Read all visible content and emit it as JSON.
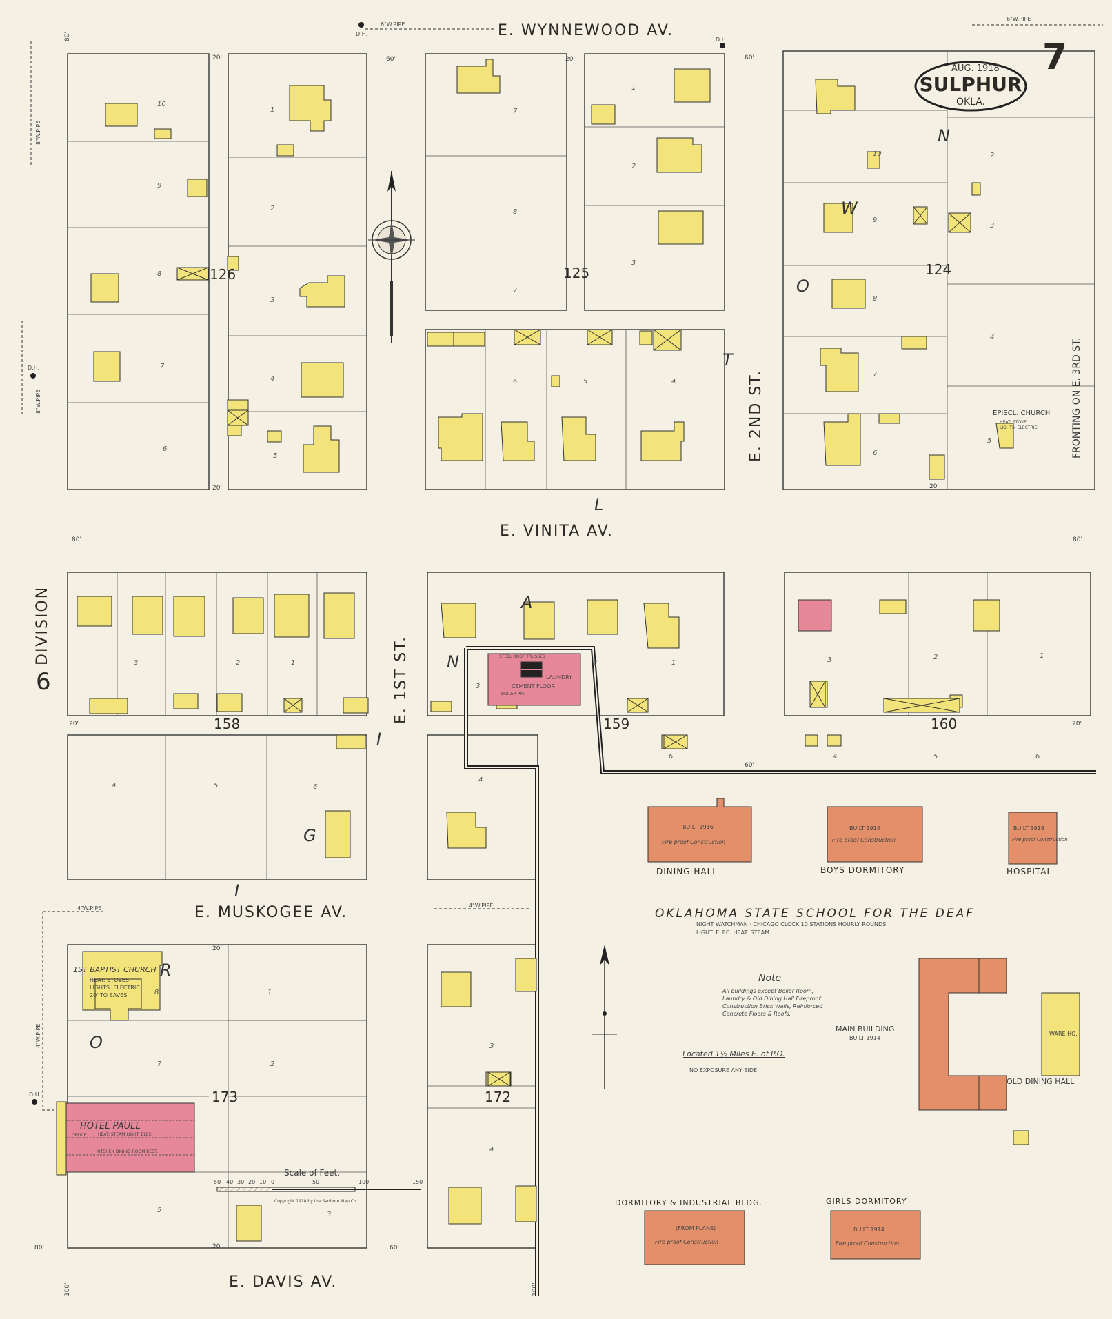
{
  "sheet": {
    "number": "7",
    "date": "AUG. 1918",
    "town": "SULPHUR",
    "state": "OKLA.",
    "adjoining_sheet": "6",
    "copyright": "Copyright 1918 by the Sanborn Map Co."
  },
  "streets": {
    "wynnewood": "E. WYNNEWOOD AV.",
    "vinita": "E. VINITA AV.",
    "muskogee": "E. MUSKOGEE AV.",
    "davis": "E. DAVIS AV.",
    "first": "E. 1ST ST.",
    "second": "E. 2ND ST.",
    "division": "DIVISION",
    "fronting_note": "FRONTING ON E. 3RD ST."
  },
  "town_name_letters": [
    "O",
    "R",
    "I",
    "G",
    "I",
    "N",
    "A",
    "L",
    "T",
    "O",
    "W",
    "N"
  ],
  "blocks": [
    "126",
    "125",
    "124",
    "158",
    "159",
    "160",
    "173",
    "172"
  ],
  "institution": {
    "title": "OKLAHOMA STATE SCHOOL FOR THE DEAF",
    "line1": "NIGHT WATCHMAN · CHICAGO CLOCK 10 STATIONS HOURLY ROUNDS",
    "line2": "LIGHT: ELEC. HEAT: STEAM",
    "note_title": "Note",
    "note_lines": [
      "All buildings except Boiler Room,",
      "Laundry & Old Dining Hall Fireproof",
      "Construction Brick Walls, Reinforced",
      "Concrete Floors & Roofs."
    ],
    "location": "Located 1½ Miles E. of P.O.",
    "exposure": "NO EXPOSURE ANY SIDE"
  },
  "buildings": {
    "dining_hall": {
      "name": "DINING HALL",
      "built": "BUILT 1916",
      "construction": "Fire proof Construction"
    },
    "boys_dorm": {
      "name": "BOYS DORMITORY",
      "built": "BUILT 1914",
      "construction": "Fire proof Construction"
    },
    "hospital": {
      "name": "HOSPITAL",
      "built": "BUILT 1918",
      "construction": "Fire proof Construction"
    },
    "main_building": {
      "name": "MAIN BUILDING",
      "built": "BUILT 1914"
    },
    "old_dining": {
      "name": "OLD DINING HALL"
    },
    "ware_ho": {
      "name": "WARE HO."
    },
    "dorm_industrial": {
      "name": "DORMITORY & INDUSTRIAL BLDG.",
      "built": "(FROM PLANS)",
      "construction": "Fire proof Construction"
    },
    "girls_dorm": {
      "name": "GIRLS DORMITORY",
      "built": "BUILT 1914",
      "construction": "Fire proof Construction"
    },
    "laundry": {
      "name": "LAUNDRY",
      "sub": "CEMENT FLOOR",
      "top": "STEEL ROOF TRUSSES",
      "boiler": "BOILER RM."
    },
    "baptist": {
      "name": "1ST BAPTIST CHURCH",
      "line1": "HEAT: STOVES",
      "line2": "LIGHTS: ELECTRIC",
      "line3": "20' TO EAVES"
    },
    "episcopal": {
      "name": "EPISCL. CHURCH",
      "line1": "HEAT: STOVE",
      "line2": "LIGHTS: ELECTRIC"
    },
    "hotel": {
      "name": "HOTEL PAULL",
      "line1": "HEAT: STEAM LIGHT: ELEC.",
      "office": "OFFICE",
      "rooms": "KITCHEN DINING ROOM REST."
    }
  },
  "scale": {
    "label": "Scale of Feet.",
    "ticks": [
      "50",
      "40",
      "30",
      "20",
      "10",
      "0",
      "50",
      "100",
      "150"
    ]
  },
  "pipes": {
    "wynnewood": "6\"W.PIPE",
    "east": "6\"W.PIPE",
    "muskogee_w": "4\"W.PIPE",
    "muskogee_e": "4\"W.PIPE",
    "division_n": "8\"W.PIPE",
    "division_mid": "8\"W.PIPE",
    "division_s": "4\"W.PIPE",
    "dh": "D.H."
  },
  "dims": [
    "20'",
    "60'",
    "80'",
    "100'"
  ],
  "colors": {
    "frame": "#f2e37a",
    "brick": "#e3906a",
    "brick_pink": "#e7889a",
    "paper": "#f4f1e4",
    "ink": "#2d2a25"
  }
}
